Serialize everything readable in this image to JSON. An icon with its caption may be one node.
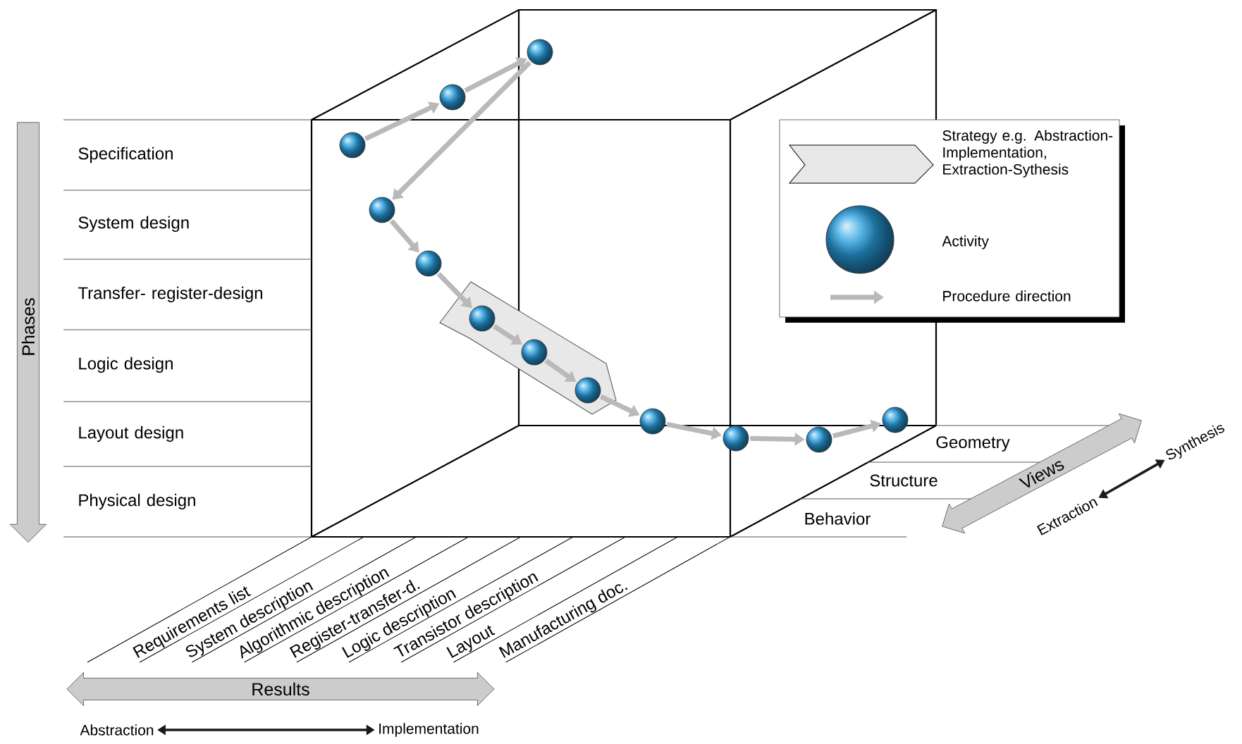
{
  "diagram": {
    "nodes": [
      {
        "text": [],
        "shape": "circle"
      },
      {
        "text": [],
        "shape": "circle"
      },
      {
        "text": [],
        "shape": "circle"
      },
      {
        "text": [],
        "shape": "circle"
      },
      {
        "text": [],
        "shape": "circle"
      },
      {
        "text": [],
        "shape": "band"
      },
      {
        "text": [],
        "shape": "circle",
        "in": 5
      },
      {
        "text": [],
        "shape": "circle",
        "in": 5
      },
      {
        "text": [],
        "shape": "circle",
        "in": 5
      },
      {
        "text": [],
        "shape": "circle"
      },
      {
        "text": [],
        "shape": "circle"
      },
      {
        "text": [],
        "shape": "circle"
      },
      {
        "text": [],
        "shape": "circle"
      },
      {
        "text": [
          "Phases"
        ]
      },
      {
        "text": [
          "Results"
        ]
      },
      {
        "text": [
          "Abstraction"
        ]
      },
      {
        "text": [
          "Implementation"
        ]
      },
      {
        "text": [
          "Views"
        ]
      },
      {
        "text": [
          "Extraction"
        ]
      },
      {
        "text": [
          "Synthesis"
        ]
      }
    ],
    "edges": [
      {
        "from": 0,
        "to": 1,
        "arrow": "to"
      },
      {
        "from": 1,
        "to": 2,
        "arrow": "to"
      },
      {
        "from": 2,
        "to": 3,
        "arrow": "to"
      },
      {
        "from": 3,
        "to": 4,
        "arrow": "to"
      },
      {
        "from": 4,
        "to": 6,
        "arrow": "to"
      },
      {
        "from": 6,
        "to": 7,
        "arrow": "to"
      },
      {
        "from": 7,
        "to": 8,
        "arrow": "to"
      },
      {
        "from": 8,
        "to": 9,
        "arrow": "to"
      },
      {
        "from": 9,
        "to": 10,
        "arrow": "to"
      },
      {
        "from": 10,
        "to": 11,
        "arrow": "to"
      },
      {
        "from": 11,
        "to": 12,
        "arrow": "to"
      },
      {
        "from": 15,
        "to": 16,
        "arrow": "both",
        "color": "#1a1a1a"
      },
      {
        "from": 18,
        "to": 19,
        "arrow": "both",
        "color": "#1a1a1a"
      }
    ],
    "labels": [
      "Specification",
      "System design",
      "Transfer- register-design",
      "Logic design",
      "Layout design",
      "Physical design",
      "Requirements list",
      "System description",
      "Algorithmic description",
      "Register-transfer-d.",
      "Logic description",
      "Transistor description",
      "Layout",
      "Manufacturing doc.",
      "Geometry",
      "Structure",
      "Behavior"
    ],
    "legend": [
      {
        "text": "Strategy e.g. Abstraction- Implementation, Extraction-Sythesis"
      },
      {
        "text": "Activity"
      },
      {
        "text": "Procedure direction"
      }
    ]
  }
}
